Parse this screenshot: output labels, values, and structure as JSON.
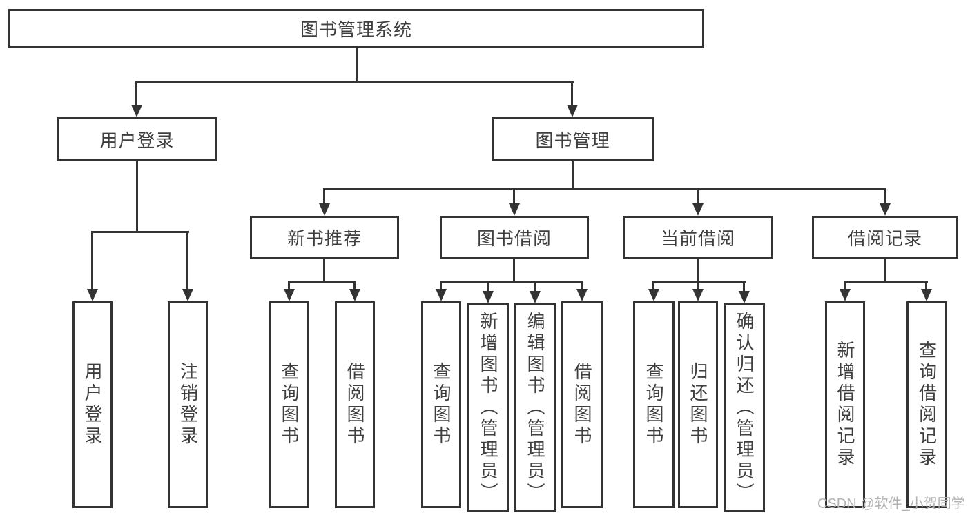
{
  "diagram": {
    "root": {
      "label": "图书管理系统"
    },
    "level2": [
      {
        "label": "用户登录"
      },
      {
        "label": "图书管理"
      }
    ],
    "level3": [
      {
        "label": "新书推荐"
      },
      {
        "label": "图书借阅"
      },
      {
        "label": "当前借阅"
      },
      {
        "label": "借阅记录"
      }
    ],
    "leaves": {
      "user_login": [
        {
          "label": "用户登录"
        },
        {
          "label": "注销登录"
        }
      ],
      "new_book_recommend": [
        {
          "label": "查询图书"
        },
        {
          "label": "借阅图书"
        }
      ],
      "book_borrow": [
        {
          "label": "查询图书"
        },
        {
          "label": "新增图书（管理员）"
        },
        {
          "label": "编辑图书（管理员）"
        },
        {
          "label": "借阅图书"
        }
      ],
      "current_borrow": [
        {
          "label": "查询图书"
        },
        {
          "label": "归还图书"
        },
        {
          "label": "确认归还（管理员）"
        }
      ],
      "borrow_records": [
        {
          "label": "新增借阅记录"
        },
        {
          "label": "查询借阅记录"
        }
      ]
    }
  },
  "watermark": {
    "text": "CSDN @软件_小贺同学"
  },
  "colors": {
    "line": "#333333",
    "text": "#3f3f3f",
    "watermark": "#b3b3b3",
    "background": "#ffffff"
  }
}
